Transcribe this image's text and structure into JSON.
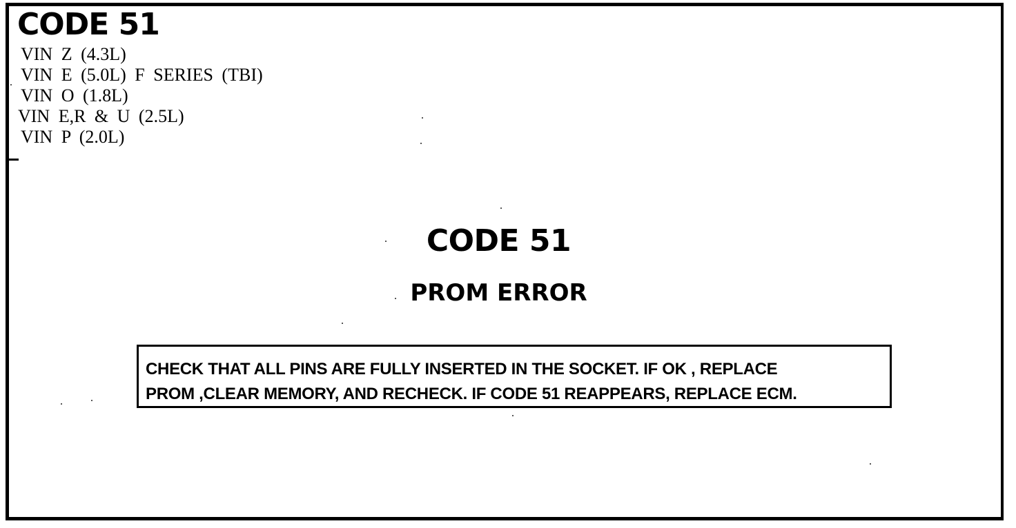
{
  "header": {
    "title": "CODE 51",
    "vin_lines": [
      "VIN  Z  (4.3L)",
      "VIN  E  (5.0L)  F  SERIES  (TBI)",
      "VIN  O  (1.8L)",
      "VIN  E,R  &  U  (2.5L)",
      "VIN  P  (2.0L)"
    ]
  },
  "main": {
    "title": "CODE 51",
    "subtitle": "PROM ERROR",
    "instruction_lines": [
      "CHECK THAT ALL PINS ARE FULLY INSERTED IN THE SOCKET.  IF OK , REPLACE",
      "PROM ,CLEAR MEMORY, AND RECHECK.  IF CODE 51 REAPPEARS, REPLACE ECM."
    ]
  }
}
